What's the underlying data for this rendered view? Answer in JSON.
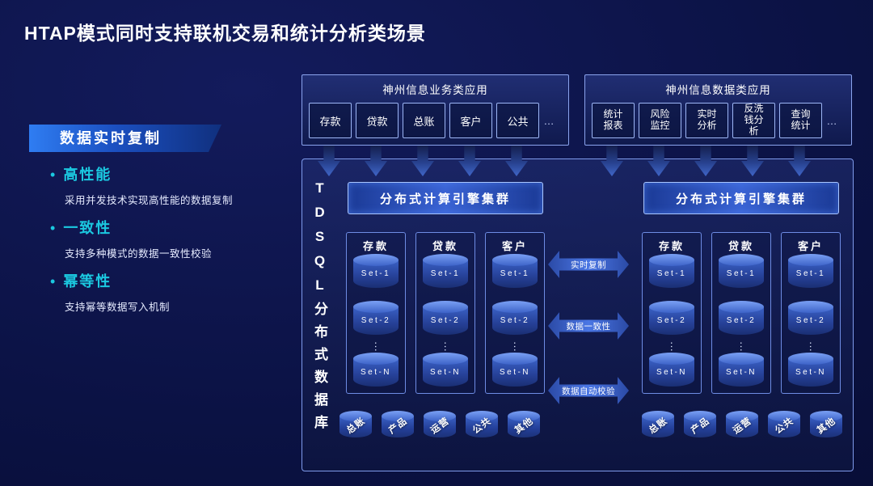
{
  "slide": {
    "title": "HTAP模式同时支持联机交易和统计分析类场景"
  },
  "left_panel": {
    "banner": "数据实时复制",
    "bullet": "•",
    "features": [
      {
        "name": "高性能",
        "desc": "采用并发技术实现高性能的数据复制"
      },
      {
        "name": "一致性",
        "desc": "支持多种模式的数据一致性校验"
      },
      {
        "name": "幂等性",
        "desc": "支持幂等数据写入机制"
      }
    ]
  },
  "apps": {
    "business": {
      "title": "神州信息业务类应用",
      "tabs": [
        "存款",
        "贷款",
        "总账",
        "客户",
        "公共",
        "…"
      ]
    },
    "data": {
      "title": "神州信息数据类应用",
      "tabs": [
        "统计报表",
        "风险监控",
        "实时分析",
        "反洗钱分析",
        "查询统计",
        "…"
      ]
    }
  },
  "main": {
    "vertical_label": "TDSQL分布式数据库",
    "engine_label": "分布式计算引擎集群",
    "set_labels": [
      "Set-1",
      "Set-2",
      "Set-N"
    ],
    "ellipsis": "···",
    "left_cluster": {
      "columns": [
        "存款",
        "贷款",
        "客户"
      ],
      "bottom": [
        "总账",
        "产品",
        "运营",
        "公共",
        "其他"
      ]
    },
    "right_cluster": {
      "columns": [
        "存款",
        "贷款",
        "客户"
      ],
      "bottom": [
        "总账",
        "产品",
        "运营",
        "公共",
        "其他"
      ]
    },
    "links": [
      "实时复制",
      "数据一致性",
      "数据自动校验"
    ]
  },
  "colors": {
    "background": "#0b1244",
    "accent_cyan": "#1bc8e0",
    "panel_border": "#7f9bec",
    "banner_blue": "#2f7df2"
  }
}
